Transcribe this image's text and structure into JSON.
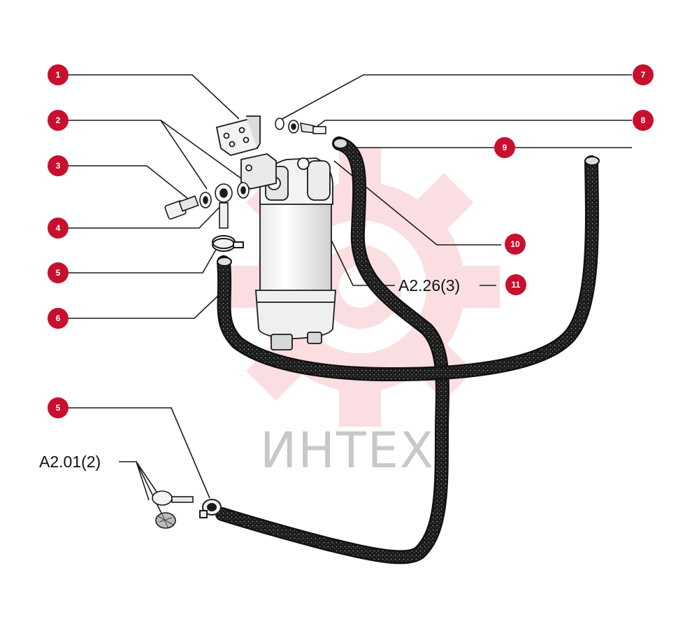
{
  "watermark": {
    "text": "ИНТЕХ",
    "color": "#e23a4e"
  },
  "callout_color": "#c8102e",
  "callouts": [
    {
      "number": "1"
    },
    {
      "number": "2"
    },
    {
      "number": "3"
    },
    {
      "number": "4"
    },
    {
      "number": "5"
    },
    {
      "number": "6"
    },
    {
      "number": "5"
    },
    {
      "number": "7"
    },
    {
      "number": "8"
    },
    {
      "number": "9"
    },
    {
      "number": "10"
    },
    {
      "number": "11"
    }
  ],
  "references": {
    "right": "A2.26(3)",
    "left": "A2.01(2)"
  }
}
